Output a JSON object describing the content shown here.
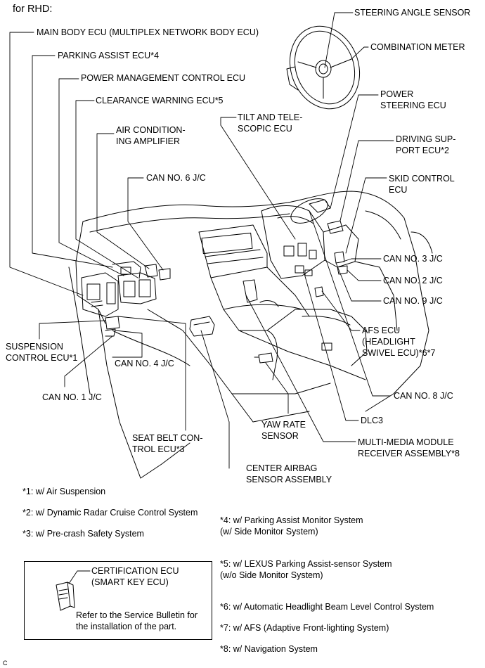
{
  "header": "for RHD:",
  "labels": {
    "steering_angle_sensor": "STEERING ANGLE SENSOR",
    "main_body_ecu": "MAIN BODY ECU (MULTIPLEX NETWORK BODY ECU)",
    "combination_meter": "COMBINATION METER",
    "parking_assist_ecu": "PARKING ASSIST ECU*4",
    "power_management_ecu": "POWER MANAGEMENT CONTROL ECU",
    "power_steering_ecu_1": "POWER",
    "power_steering_ecu_2": "STEERING ECU",
    "clearance_warning_ecu": "CLEARANCE WARNING ECU*5",
    "tilt_tele_1": "TILT AND TELE-",
    "tilt_tele_2": "SCOPIC ECU",
    "air_cond_1": "AIR CONDITION-",
    "air_cond_2": "ING AMPLIFIER",
    "driving_support_1": "DRIVING SUP-",
    "driving_support_2": "PORT ECU*2",
    "can6": "CAN NO. 6 J/C",
    "skid_1": "SKID CONTROL",
    "skid_2": "ECU",
    "can3": "CAN NO. 3 J/C",
    "can2": "CAN NO. 2 J/C",
    "can9": "CAN NO. 9 J/C",
    "suspension_1": "SUSPENSION",
    "suspension_2": "CONTROL ECU*1",
    "afs_1": "AFS ECU",
    "afs_2": "(HEADLIGHT",
    "afs_3": "SWIVEL ECU)*6*7",
    "can4": "CAN NO. 4 J/C",
    "can1": "CAN NO. 1 J/C",
    "can8": "CAN NO. 8 J/C",
    "dlc3": "DLC3",
    "yaw_1": "YAW RATE",
    "yaw_2": "SENSOR",
    "seatbelt_1": "SEAT BELT CON-",
    "seatbelt_2": "TROL ECU*3",
    "mmm_1": "MULTI-MEDIA MODULE",
    "mmm_2": "RECEIVER ASSEMBLY*8",
    "airbag_1": "CENTER AIRBAG",
    "airbag_2": "SENSOR ASSEMBLY"
  },
  "notes": {
    "n1": "*1: w/ Air Suspension",
    "n2": "*2: w/ Dynamic Radar Cruise Control System",
    "n3": "*3: w/ Pre-crash Safety System",
    "n4a": "*4: w/ Parking Assist Monitor System",
    "n4b": "(w/ Side Monitor System)",
    "n5a": "*5: w/ LEXUS Parking Assist-sensor System",
    "n5b": "(w/o Side Monitor System)",
    "n6": "*6: w/ Automatic Headlight Beam Level Control System",
    "n7": "*7: w/ AFS (Adaptive Front-lighting System)",
    "n8": "*8: w/ Navigation System"
  },
  "inset": {
    "title_1": "CERTIFICATION ECU",
    "title_2": "(SMART KEY ECU)",
    "body_1": "Refer to the Service Bulletin for",
    "body_2": "the installation of the part."
  },
  "corner_mark": "C"
}
